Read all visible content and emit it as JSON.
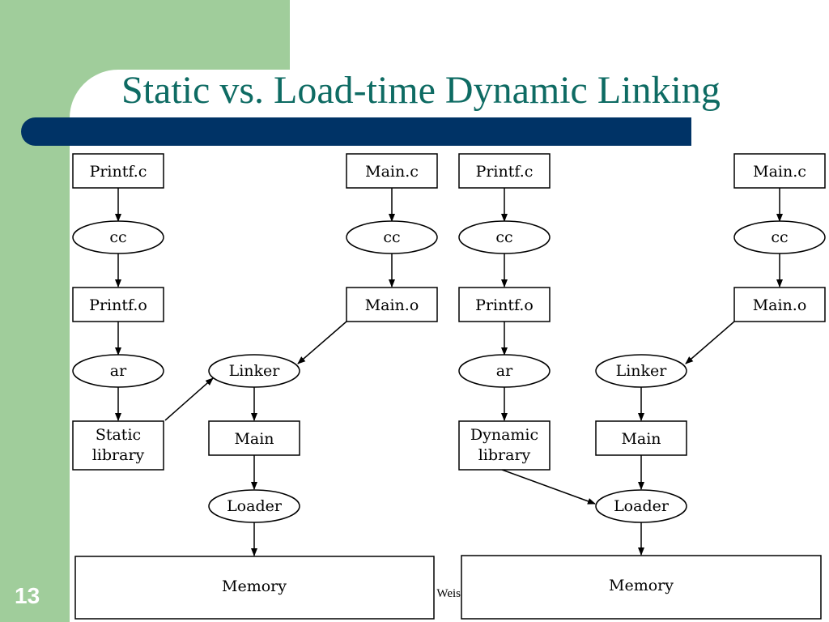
{
  "slide": {
    "title": "Static vs. Load-time Dynamic Linking",
    "page_number": "13",
    "footer_fragment": "Weis"
  },
  "left": {
    "printf_c": "Printf.c",
    "main_c": "Main.c",
    "cc1": "cc",
    "cc2": "cc",
    "printf_o": "Printf.o",
    "main_o": "Main.o",
    "ar": "ar",
    "linker": "Linker",
    "library_line1": "Static",
    "library_line2": "library",
    "main": "Main",
    "loader": "Loader",
    "memory": "Memory"
  },
  "right": {
    "printf_c": "Printf.c",
    "main_c": "Main.c",
    "cc1": "cc",
    "cc2": "cc",
    "printf_o": "Printf.o",
    "main_o": "Main.o",
    "ar": "ar",
    "linker": "Linker",
    "library_line1": "Dynamic",
    "library_line2": "library",
    "main": "Main",
    "loader": "Loader",
    "memory": "Memory"
  }
}
